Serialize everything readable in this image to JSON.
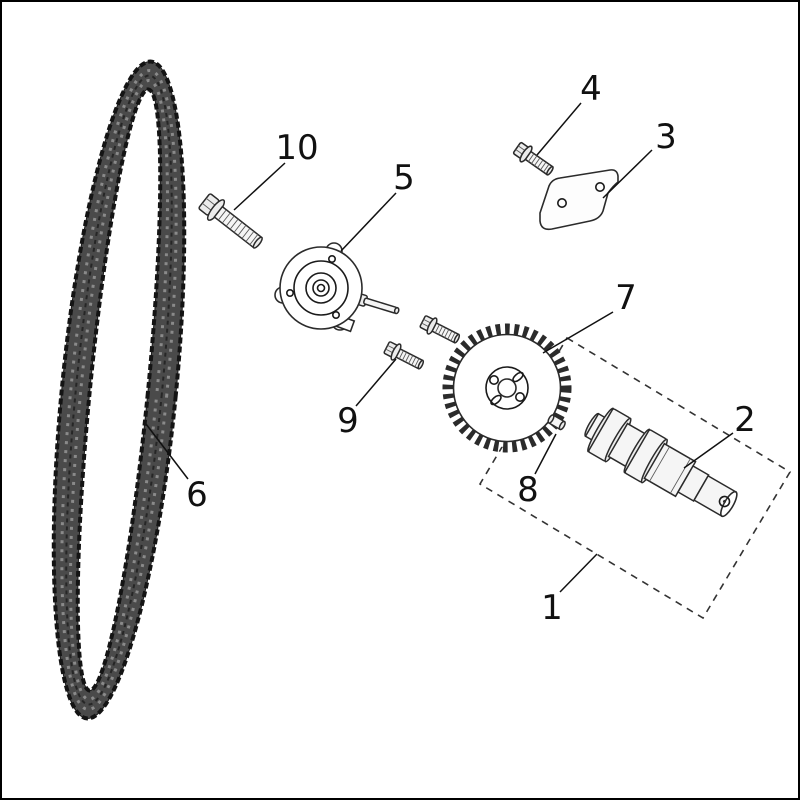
{
  "figure": {
    "colors": {
      "background": "#ffffff",
      "line": "#1a1a1a",
      "chain_fill": "#4a4a4a",
      "metal_fill": "#ececec"
    },
    "callouts": [
      {
        "num": "1"
      },
      {
        "num": "2"
      },
      {
        "num": "3"
      },
      {
        "num": "4"
      },
      {
        "num": "5"
      },
      {
        "num": "6"
      },
      {
        "num": "7"
      },
      {
        "num": "8"
      },
      {
        "num": "9"
      },
      {
        "num": "10"
      }
    ]
  }
}
